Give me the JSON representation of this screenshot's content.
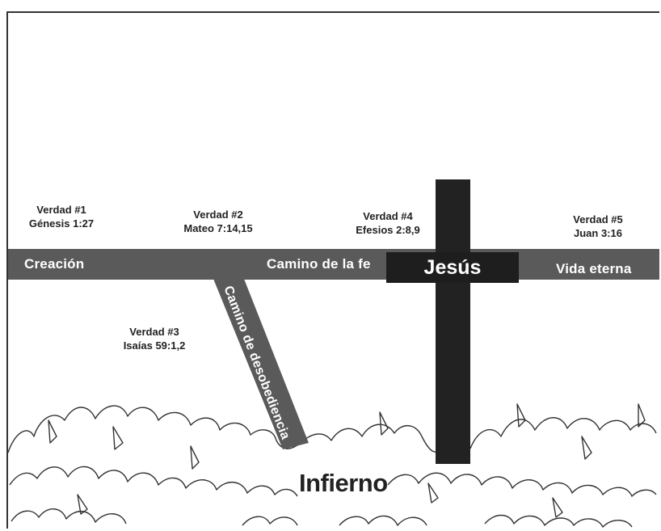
{
  "truths": [
    {
      "title": "Verdad #1",
      "ref": "Génesis 1:27"
    },
    {
      "title": "Verdad #2",
      "ref": "Mateo 7:14,15"
    },
    {
      "title": "Verdad #3",
      "ref": "Isaías 59:1,2"
    },
    {
      "title": "Verdad #4",
      "ref": "Efesios 2:8,9"
    },
    {
      "title": "Verdad #5",
      "ref": "Juan 3:16"
    }
  ],
  "road": {
    "creation": "Creación",
    "faith_path": "Camino de la fe",
    "eternal_life": "Vida eterna",
    "disobedience_path": "Camino de desobediencia"
  },
  "cross": {
    "label": "Jesús"
  },
  "hell": {
    "label": "Infierno"
  },
  "colors": {
    "road": "#5a5a5a",
    "cross": "#222222",
    "background": "#ffffff"
  }
}
